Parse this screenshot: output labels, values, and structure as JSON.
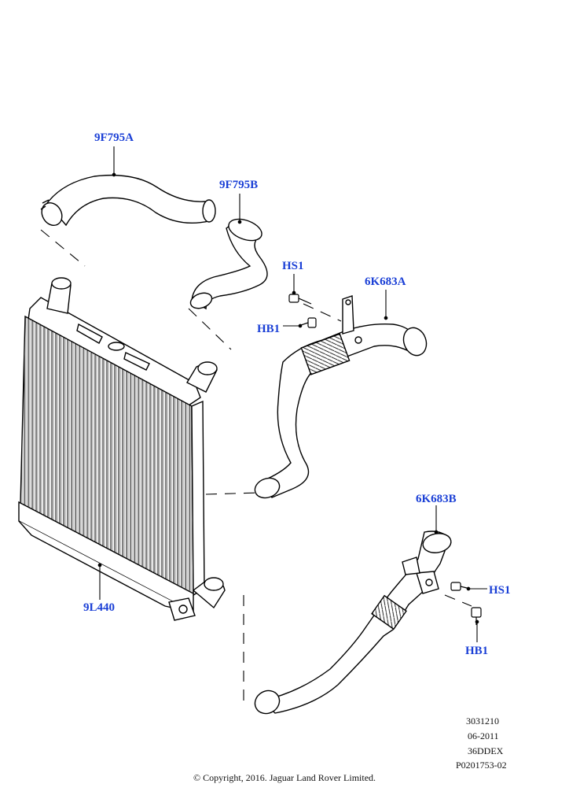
{
  "callouts": {
    "hose_9f795a": "9F795A",
    "hose_9f795b": "9F795B",
    "screw_hs1_top": "HS1",
    "bolt_hb1_top": "HB1",
    "pipe_6k683a": "6K683A",
    "pipe_6k683b": "6K683B",
    "screw_hs1_bottom": "HS1",
    "bolt_hb1_bottom": "HB1",
    "intercooler_9l440": "9L440"
  },
  "meta": {
    "code": "3031210",
    "date": "06-2011",
    "model": "36DDEX",
    "ref": "P0201753-02"
  },
  "copyright": "© Copyright, 2016. Jaguar Land Rover Limited.",
  "colors": {
    "callout": "#1a3fd6",
    "line": "#000000"
  }
}
